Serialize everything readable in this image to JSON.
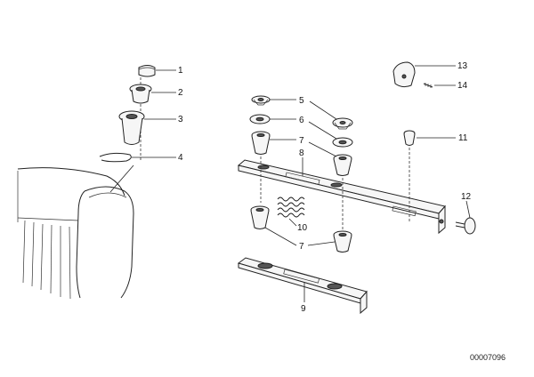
{
  "labels": {
    "p1": "1",
    "p2": "2",
    "p3": "3",
    "p4": "4",
    "p5": "5",
    "p6": "6",
    "p7a": "7",
    "p7b": "7",
    "p8": "8",
    "p9": "9",
    "p10": "10",
    "p11": "11",
    "p12": "12",
    "p13": "13",
    "p14": "14"
  },
  "diagram_id": "00007096"
}
